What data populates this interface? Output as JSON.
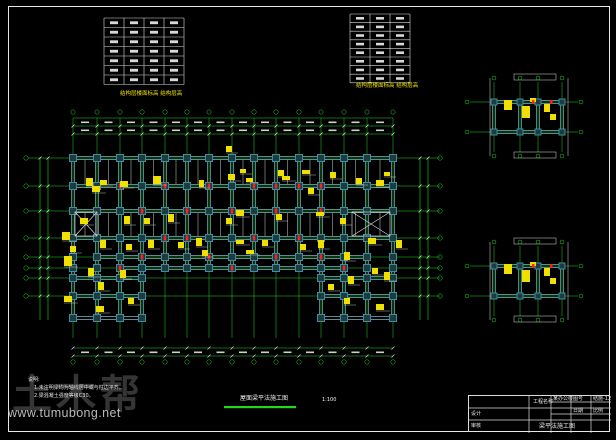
{
  "drawing": {
    "title": "屋面梁平法施工图",
    "scale": "1:100",
    "table_left_caption": "结构层楼面标高 结构层高",
    "table_right_caption": "结构层楼面标高 结构层高",
    "notes_heading": "说明:",
    "notes_lines": [
      "1.未注明梁均为轴线居中或与柱边平齐。",
      "2.梁混凝土强度等级C30。"
    ],
    "title_block": {
      "project": "某办公楼",
      "drawing_name": "梁平法施工图",
      "labels": [
        "设计",
        "审核",
        "工程名称",
        "图号",
        "日期",
        "比例"
      ],
      "sheet_no": "结施-12"
    }
  },
  "watermark": {
    "brand": "土木帮",
    "url": "www.tumubong.net"
  },
  "colors": {
    "background": "#000000",
    "axis": "#1fd81f",
    "column": "#3a8fa0",
    "beam": "#e8e8e8",
    "tag": "#f0e000",
    "red": "#ff2020",
    "cyan": "#00e0ff"
  }
}
